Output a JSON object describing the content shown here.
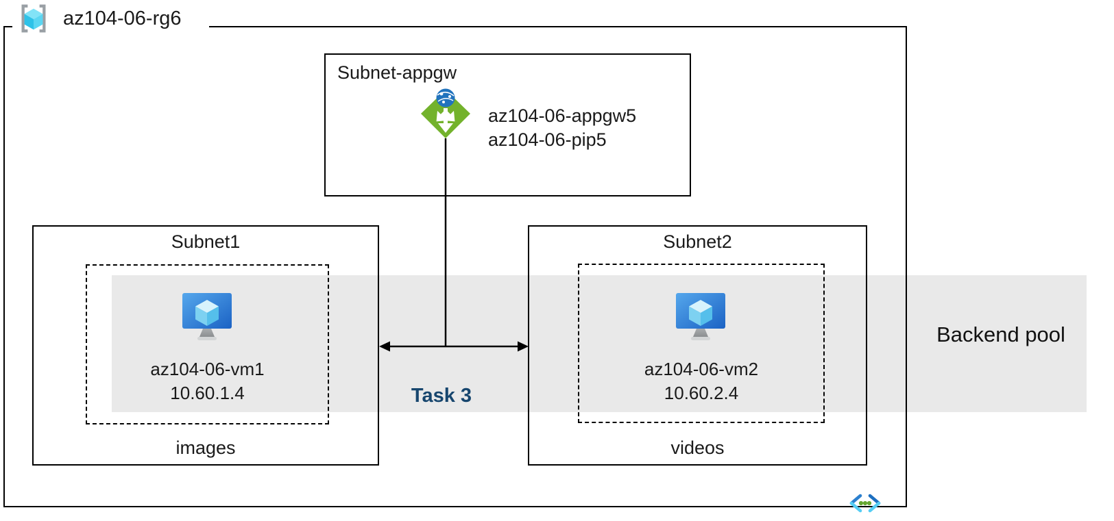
{
  "resource_group": {
    "label": "az104-06-rg6",
    "icon": "resource-group-icon"
  },
  "appgw_subnet": {
    "title": "Subnet-appgw",
    "icon": "application-gateway-icon",
    "lines": [
      "az104-06-appgw5",
      "az104-06-pip5"
    ]
  },
  "subnet1": {
    "title": "Subnet1",
    "icon": "virtual-machine-icon",
    "vm_name": "az104-06-vm1",
    "vm_ip": "10.60.1.4",
    "caption": "images"
  },
  "subnet2": {
    "title": "Subnet2",
    "icon": "virtual-machine-icon",
    "vm_name": "az104-06-vm2",
    "vm_ip": "10.60.2.4",
    "caption": "videos"
  },
  "task_label": "Task 3",
  "backend_pool_label": "Backend pool",
  "footer_icon": "virtual-network-icon",
  "colors": {
    "backend_band": "#e9e9e9",
    "task_text": "#17466e",
    "appgw_green": "#73b22c",
    "globe_blue": "#2173bd",
    "vm_monitor_blue": "#2f7fd8",
    "cube_cyan": "#55cdf4",
    "vnet_dot_green": "#64a62f",
    "line_black": "#000000"
  }
}
